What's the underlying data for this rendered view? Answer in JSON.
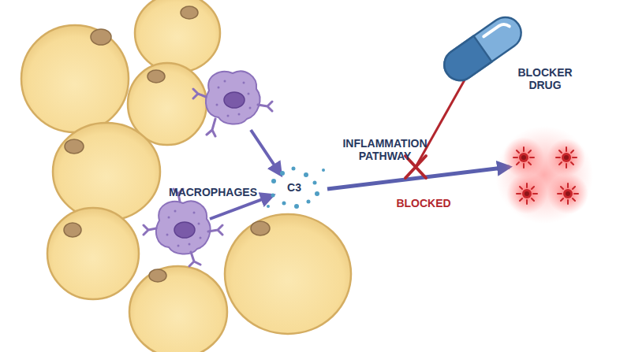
{
  "diagram": {
    "nodes": [
      {
        "text": [
          "C3"
        ]
      },
      {
        "text": [
          "BLOCKER DRUG"
        ]
      }
    ],
    "labels": [
      "MACROPHAGES",
      "INFLAMMATION PATHWAY",
      "BLOCKED"
    ]
  }
}
